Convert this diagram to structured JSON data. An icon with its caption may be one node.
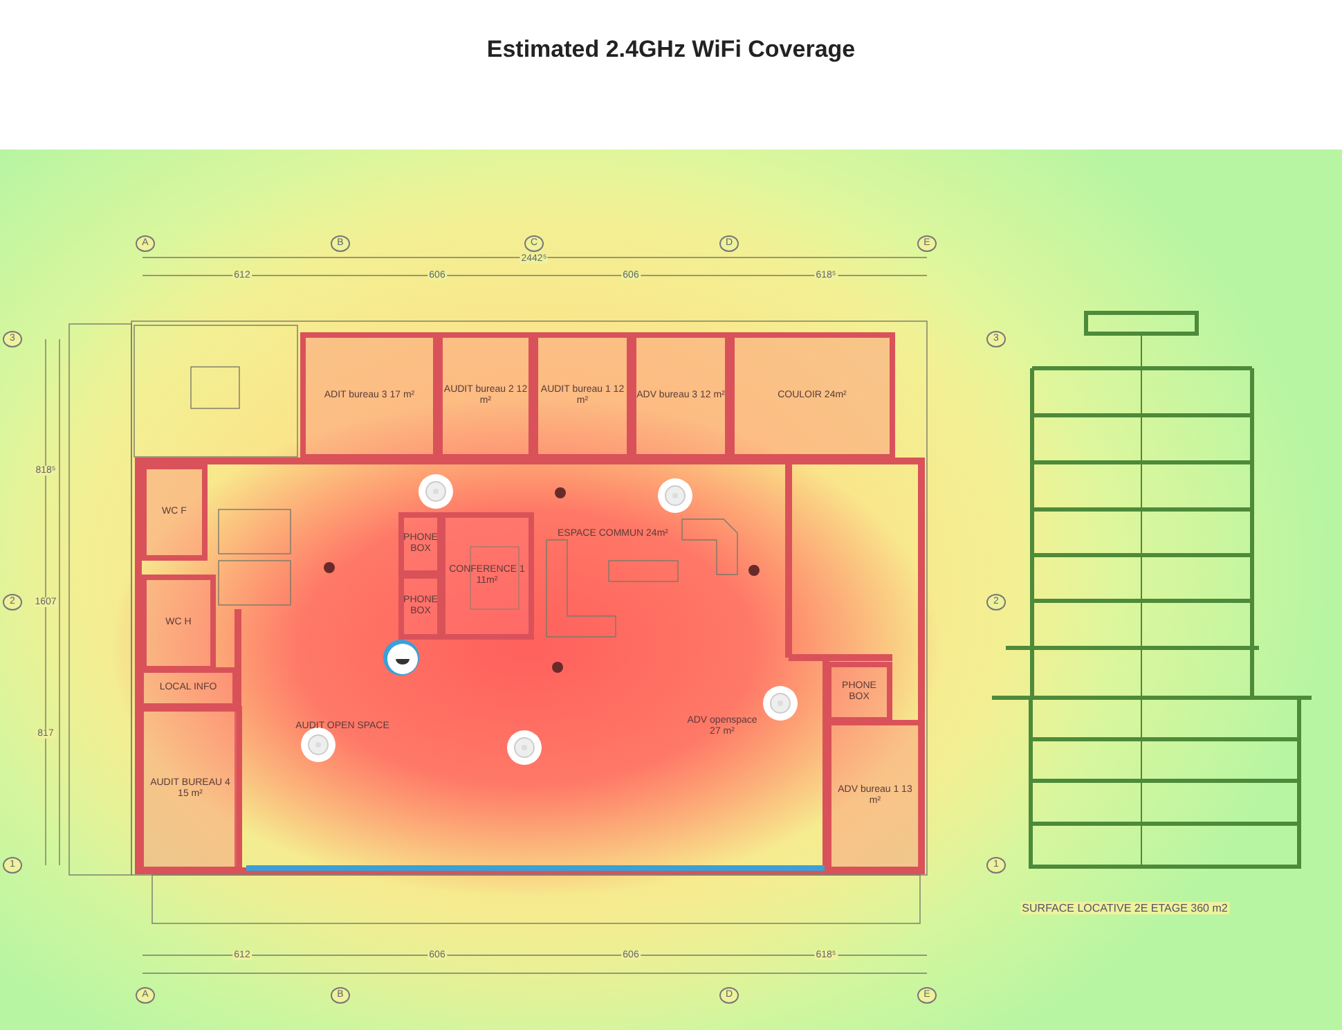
{
  "diagram": {
    "title": "Estimated 2.4GHz WiFi Coverage",
    "nodes": [
      {
        "text": [
          "ADIT bureau 3 17 m²"
        ]
      },
      {
        "text": [
          "AUDIT bureau 2 12 m²"
        ]
      },
      {
        "text": [
          "AUDIT bureau 1 12 m²"
        ]
      },
      {
        "text": [
          "ADV bureau 3 12 m²"
        ]
      },
      {
        "text": [
          "COULOIR 24m²"
        ]
      },
      {
        "text": [
          "WC F"
        ]
      },
      {
        "text": [
          "CONFERENCE 1 11m²"
        ]
      },
      {
        "text": [
          "PHONE BOX"
        ]
      },
      {
        "text": [
          "PHONE BOX"
        ]
      },
      {
        "text": [
          "ESPACE COMMUN 24m²"
        ]
      },
      {
        "text": [
          "WC H"
        ]
      },
      {
        "text": [
          "LOCAL INFO"
        ]
      },
      {
        "text": [
          "AUDIT BUREAU 4 15 m²"
        ]
      },
      {
        "text": [
          "AUDIT OPEN SPACE"
        ]
      },
      {
        "text": [
          "ADV openspace 27 m²"
        ]
      },
      {
        "text": [
          "PHONE BOX"
        ]
      },
      {
        "text": [
          "ADV bureau 1 13 m²"
        ]
      }
    ],
    "labels": [
      "A",
      "B",
      "C",
      "D",
      "E",
      "2442⁵",
      "612",
      "606",
      "606",
      "618⁵",
      "3",
      "2",
      "1",
      "818⁵",
      "1607",
      "817",
      "3",
      "2",
      "1",
      "612",
      "606",
      "606",
      "618⁵",
      "A",
      "B",
      "D",
      "E",
      "SURFACE LOCATIVE 2E ETAGE 360 m2"
    ]
  }
}
